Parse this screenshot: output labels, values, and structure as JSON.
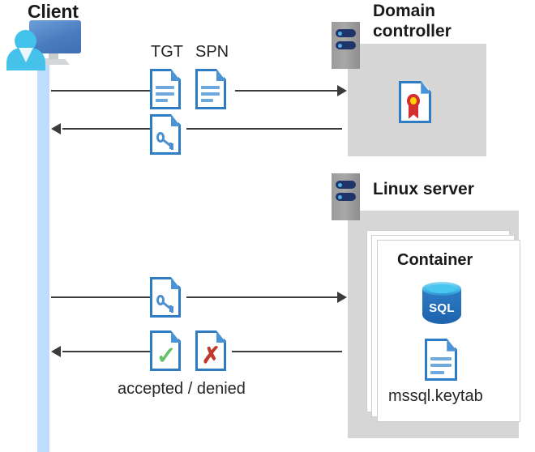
{
  "diagram": {
    "title_client": "Client",
    "title_domain_controller": "Domain\ncontroller",
    "title_linux_server": "Linux server",
    "title_container": "Container",
    "label_tgt": "TGT",
    "label_spn": "SPN",
    "label_keytab": "mssql.keytab",
    "label_accepted_denied": "accepted / denied",
    "label_sql": "SQL"
  },
  "icons": {
    "client": "client-computer-user-icon",
    "dc_server": "server-rack-icon",
    "linux_server": "server-rack-icon",
    "tgt_doc": "document-icon",
    "spn_doc": "document-icon",
    "ticket_key_doc_top": "document-key-icon",
    "ticket_key_doc_bottom": "document-key-icon",
    "accepted_doc": "document-check-icon",
    "denied_doc": "document-cross-icon",
    "certificate": "certificate-document-icon",
    "sql_database": "sql-database-icon",
    "keytab_doc": "document-icon"
  },
  "colors": {
    "panel_gray": "#d6d6d6",
    "lifeline_blue": "#bedcfb",
    "doc_border_blue": "#2e7cc4",
    "doc_fold_blue": "#4a93d6",
    "server_navy": "#1f3468",
    "server_dot_blue": "#4fb0e8",
    "check_green": "#64c167",
    "cross_red": "#c0392b",
    "seal_gold": "#ffd400",
    "seal_red": "#d42e2e",
    "sql_blue": "#1d63ad",
    "arrow_black": "#3b3b3b"
  },
  "flows": [
    {
      "name": "client-to-dc-request",
      "direction": "right",
      "payload": [
        "TGT",
        "SPN"
      ]
    },
    {
      "name": "dc-to-client-ticket",
      "direction": "left",
      "payload": [
        "service ticket"
      ]
    },
    {
      "name": "client-to-linux-ticket",
      "direction": "right",
      "payload": [
        "service ticket"
      ]
    },
    {
      "name": "linux-to-client-response",
      "direction": "left",
      "payload": [
        "accepted",
        "denied"
      ]
    }
  ]
}
